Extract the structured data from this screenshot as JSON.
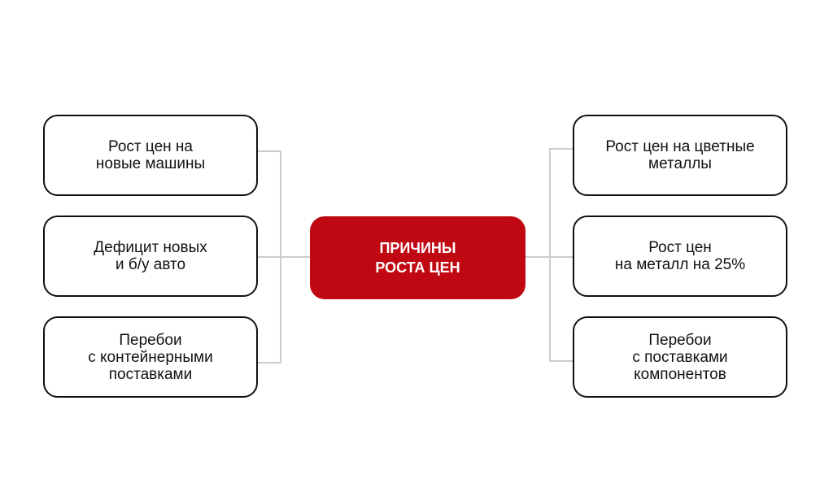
{
  "diagram": {
    "center": {
      "label": "ПРИЧИНЫ\nРОСТА ЦЕН"
    },
    "left_nodes": [
      {
        "label": "Рост цен на\nновые машины"
      },
      {
        "label": "Дефицит новых\nи б/у авто"
      },
      {
        "label": "Перебои\nс контейнерными\nпоставками"
      }
    ],
    "right_nodes": [
      {
        "label": "Рост цен на цветные\nметаллы"
      },
      {
        "label": "Рост цен\nна металл на 25%"
      },
      {
        "label": "Перебои\nс поставками\nкомпонентов"
      }
    ],
    "colors": {
      "center_fill": "#c00812",
      "center_text": "#ffffff",
      "node_border": "#111111",
      "connector": "#cccccc"
    }
  }
}
